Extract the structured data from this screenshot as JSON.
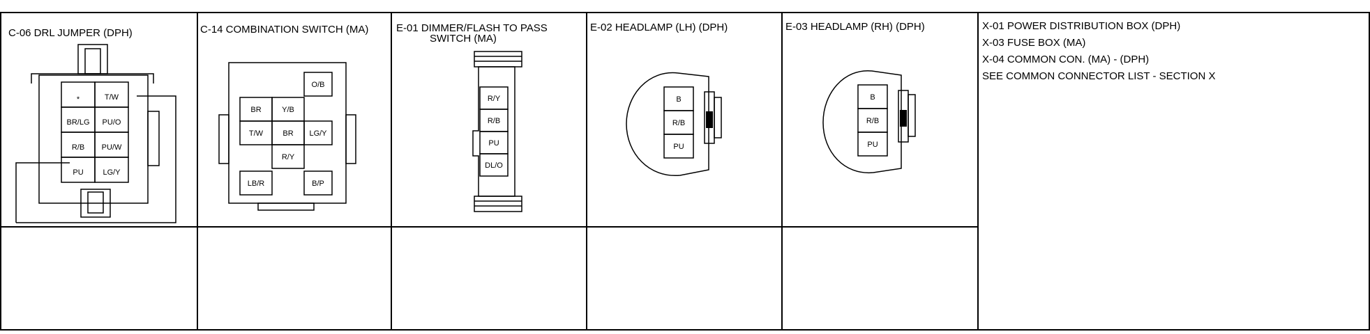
{
  "c06": {
    "title": "C-06  DRL JUMPER (DPH)",
    "pins": [
      "*",
      "T/W",
      "BR/LG",
      "PU/O",
      "R/B",
      "PU/W",
      "PU",
      "LG/Y"
    ]
  },
  "c14": {
    "title": "C-14  COMBINATION SWITCH (MA)",
    "pins": [
      "O/B",
      "BR",
      "Y/B",
      "T/W",
      "BR",
      "LG/Y",
      "R/Y",
      "LB/R",
      "B/P"
    ]
  },
  "e01": {
    "title_line1": "E-01  DIMMER/FLASH TO PASS",
    "title_line2": "SWITCH (MA)",
    "pins": [
      "R/Y",
      "R/B",
      "PU",
      "DL/O"
    ]
  },
  "e02": {
    "title": "E-02  HEADLAMP (LH) (DPH)",
    "pins": [
      "B",
      "R/B",
      "PU"
    ]
  },
  "e03": {
    "title": "E-03  HEADLAMP (RH) (DPH)",
    "pins": [
      "B",
      "R/B",
      "PU"
    ]
  },
  "notes": {
    "line1": "X-01  POWER DISTRIBUTION BOX (DPH)",
    "line2": "X-03  FUSE BOX (MA)",
    "line3": "X-04  COMMON CON. (MA) - (DPH)",
    "line4": "SEE COMMON CONNECTOR LIST - SECTION X"
  }
}
